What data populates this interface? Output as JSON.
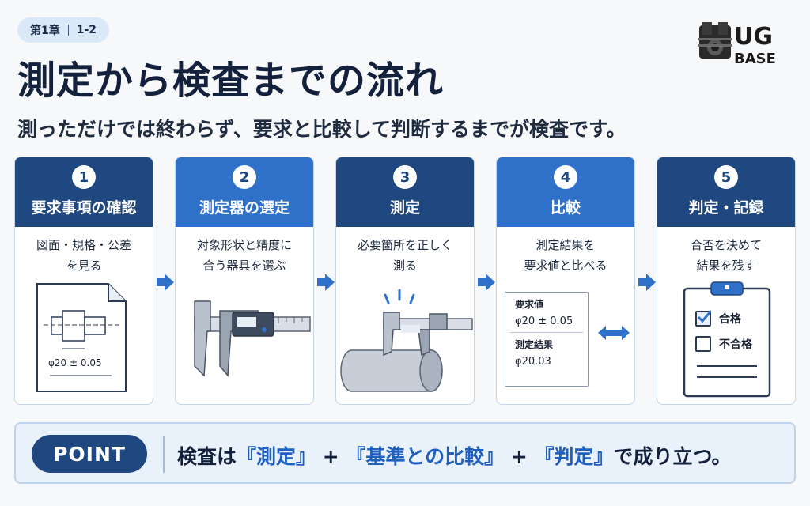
{
  "header": {
    "chapter": "第1章",
    "section": "1-2",
    "title": "測定から検査までの流れ",
    "subtitle": "測っただけでは終わらず、要求と比較して判断するまでが検査です。",
    "logo_text_top": "UG",
    "logo_text_bottom": "BASE"
  },
  "steps": [
    {
      "num": "1",
      "title": "要求事項の確認",
      "desc": [
        "図面・規格・公差",
        "を見る"
      ],
      "illustration": "drawing-icon",
      "drawing_dim": "φ20 ± 0.05"
    },
    {
      "num": "2",
      "title": "測定器の選定",
      "desc": [
        "対象形状と精度に",
        "合う器具を選ぶ"
      ],
      "illustration": "caliper-icon"
    },
    {
      "num": "3",
      "title": "測定",
      "desc": [
        "必要箇所を正しく",
        "測る"
      ],
      "illustration": "caliper-measuring-shaft-icon"
    },
    {
      "num": "4",
      "title": "比較",
      "desc": [
        "測定結果を",
        "要求値と比べる"
      ],
      "illustration": "compare-arrow-icon",
      "compare": {
        "required_label": "要求値",
        "required_value": "φ20 ± 0.05",
        "result_label": "測定結果",
        "result_value": "φ20.03"
      }
    },
    {
      "num": "5",
      "title": "判定・記録",
      "desc": [
        "合否を決めて",
        "結果を残す"
      ],
      "illustration": "clipboard-icon",
      "checklist": [
        {
          "label": "合格",
          "checked": true
        },
        {
          "label": "不合格",
          "checked": false
        }
      ]
    }
  ],
  "point": {
    "badge": "POINT",
    "text_prefix": "検査は",
    "item1": "『測定』",
    "plus1": " + ",
    "item2": "『基準との比較』",
    "plus2": " + ",
    "item3": "『判定』",
    "text_suffix": "で成り立つ。"
  },
  "colors": {
    "navy": "#1f4780",
    "blue": "#2f71c9",
    "accent_text": "#1f5fbf",
    "arrow": "#2f71c9",
    "background": "#f7f8fa"
  }
}
